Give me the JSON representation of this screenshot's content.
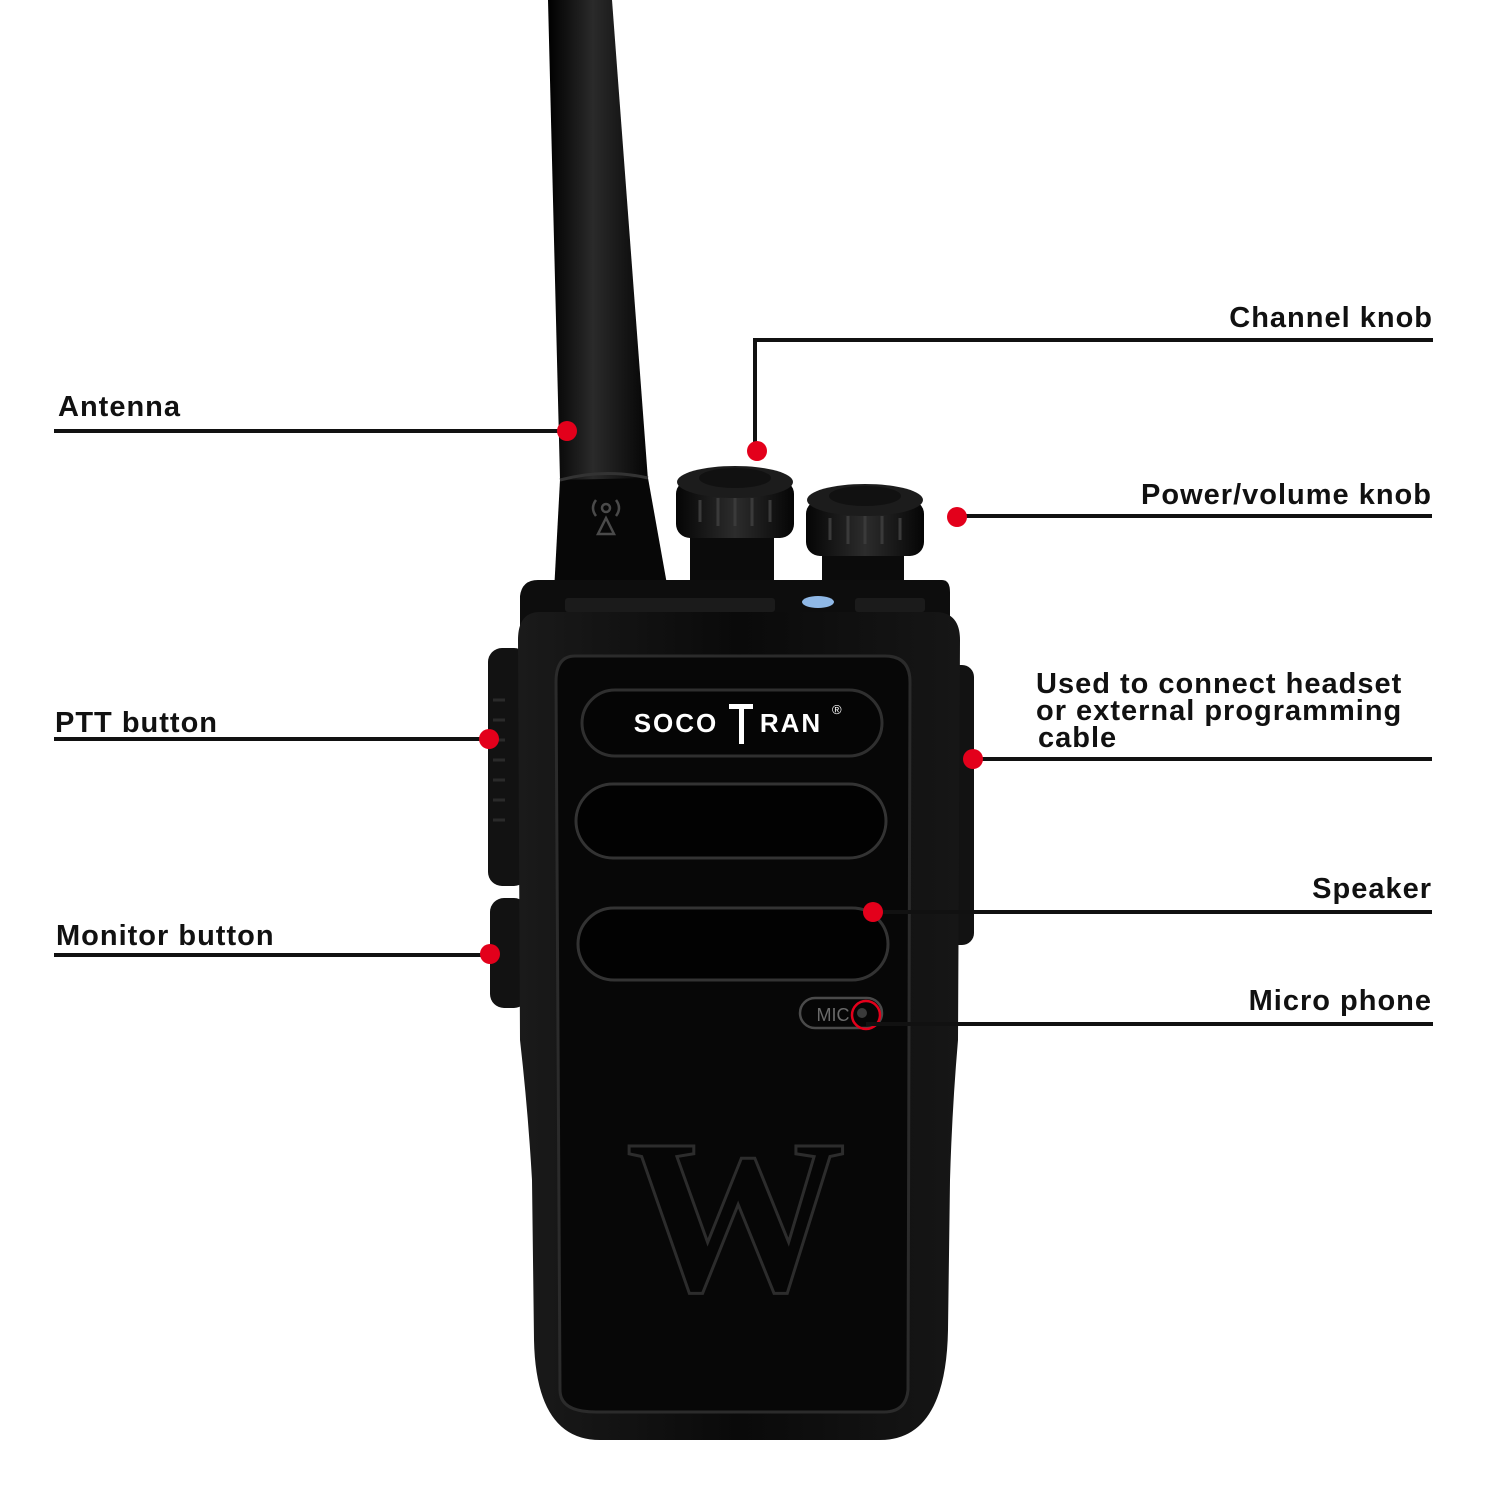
{
  "product": {
    "brand": "SOCOTRAN",
    "brand_left": "SOCO",
    "brand_right": "RAN",
    "registered_mark": "®",
    "mic_label": "MIC",
    "emblem": "W"
  },
  "callouts": {
    "antenna": "Antenna",
    "channel_knob": "Channel knob",
    "power_volume_knob": "Power/volume knob",
    "ptt_button": "PTT button",
    "headset_port": {
      "line1": "Used to connect headset",
      "line2": "or external programming",
      "line3": "cable"
    },
    "speaker": "Speaker",
    "monitor_button": "Monitor button",
    "micro_phone": "Micro phone"
  },
  "colors": {
    "marker": "#e3001b",
    "body": "#0c0c0c",
    "leader_line": "#111111",
    "led": "#8fb8e6"
  }
}
